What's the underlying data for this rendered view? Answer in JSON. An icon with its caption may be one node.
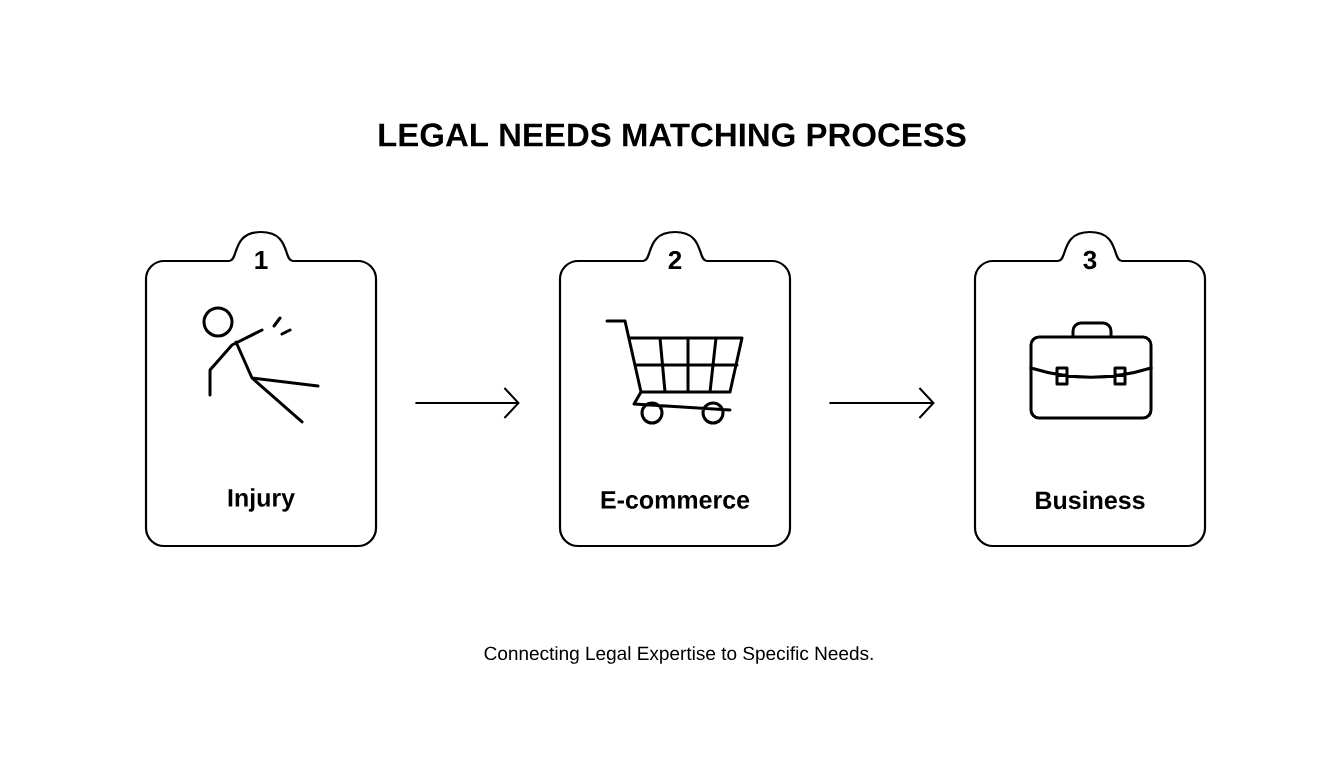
{
  "diagram": {
    "title": "LEGAL NEEDS MATCHING PROCESS",
    "caption": "Connecting Legal Expertise to Specific Needs.",
    "nodes": [
      {
        "text": [
          "1",
          "Injury"
        ]
      },
      {
        "text": [
          "2",
          "E-commerce"
        ]
      },
      {
        "text": [
          "3",
          "Business"
        ]
      }
    ],
    "edges": [
      {
        "from": 0,
        "to": 1,
        "arrow": "to"
      },
      {
        "from": 1,
        "to": 2,
        "arrow": "to"
      }
    ]
  }
}
